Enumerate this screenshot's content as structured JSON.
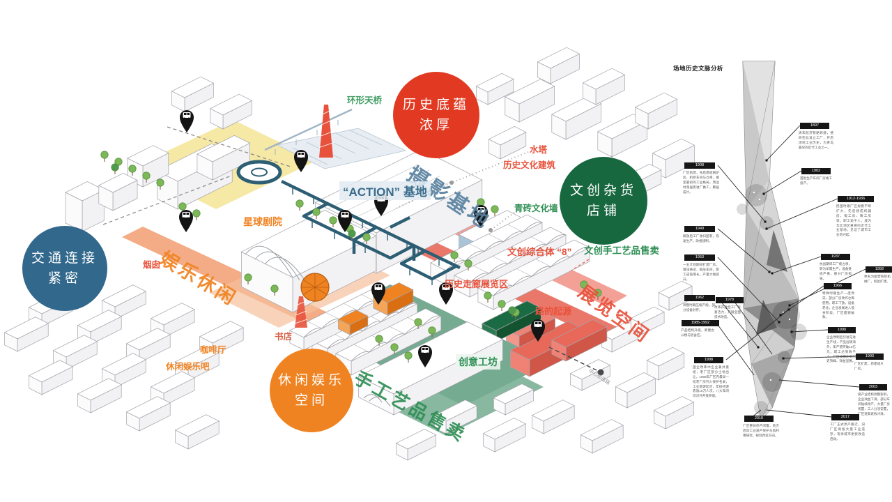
{
  "map": {
    "bubbles": [
      {
        "id": "traffic",
        "lines": [
          "交通连接",
          "紧密"
        ],
        "color": "#31688c"
      },
      {
        "id": "history",
        "lines": [
          "历史底蕴",
          "浓厚"
        ],
        "color": "#e23a22"
      },
      {
        "id": "cultural-shop",
        "lines": [
          "文创杂货",
          "店铺"
        ],
        "color": "#17673f"
      },
      {
        "id": "leisure",
        "lines": [
          "休闲娱乐",
          "空间"
        ],
        "color": "#f08321"
      }
    ],
    "zone_titles": [
      {
        "text": "摄影基地",
        "color": "#5a82a0"
      },
      {
        "text": "娱乐休闲",
        "color": "#f08321"
      },
      {
        "text": "展览空间",
        "color": "#e8523c"
      },
      {
        "text": "手工艺品售卖",
        "color": "#2f8f55"
      }
    ],
    "labels": [
      {
        "text": "环形天桥",
        "color": "#3f9d63"
      },
      {
        "text": "水塔",
        "color": "#e8523c"
      },
      {
        "text": "历史文化建筑",
        "color": "#e8523c"
      },
      {
        "text": "“ACTION” 基地",
        "color": "#3a6b8c"
      },
      {
        "text": "星球剧院",
        "color": "#f08321"
      },
      {
        "text": "青砖文化墙",
        "color": "#2f8f55"
      },
      {
        "text": "文创手工艺品售卖",
        "color": "#2f8f55"
      },
      {
        "text": "文创综合体 “8”",
        "color": "#e8523c"
      },
      {
        "text": "历史走廊展览区",
        "color": "#e8523c"
      },
      {
        "text": "路的起源",
        "color": "#e8523c"
      },
      {
        "text": "烟囱",
        "color": "#e8523c"
      },
      {
        "text": "书店",
        "color": "#d95f43"
      },
      {
        "text": "咖啡厅",
        "color": "#f08321"
      },
      {
        "text": "休闲娱乐吧",
        "color": "#f08321"
      },
      {
        "text": "创意工坊",
        "color": "#2f8f55"
      },
      {
        "text": "中心街道路",
        "color": "#999999"
      }
    ]
  },
  "timeline": {
    "title": "场地历史文脉分析",
    "items": [
      {
        "year": "1908",
        "side": "left",
        "text": "厂区始建，先后建成锅炉房、机修车间与仓库，奠定最初的工业格局，周边村落居民进厂做工，聚居成片。"
      },
      {
        "year": "1949",
        "side": "left",
        "text": "解放后工厂收归国有，恢复生产，改组建制。"
      },
      {
        "year": "1953",
        "side": "left",
        "text": "一五计划期间扩建厂房，增设铸造、锻压车间，职工成倍增长，产量大幅提升。"
      },
      {
        "year": "1962",
        "side": "left",
        "text": "调整时期压缩产能，部分设备封存。"
      },
      {
        "year": "1978",
        "side": "left",
        "text": "改革开放后工厂恢复活力，开展全面技术改造。"
      },
      {
        "year": "1985-1992",
        "side": "left",
        "text": "产品结构升级，新建办公楼与宿舍区。"
      },
      {
        "year": "1998",
        "side": "left",
        "text": "国企改革中企业兼并重组，老厂区部分土地出让。1998年厂区内最早一批老厂房列入保护名录，工业旅游起步，年接待游客逾10万人次，八大车间均对外开放参观。"
      },
      {
        "year": "2010",
        "side": "left",
        "text": "厂区整体停产闲置，地方启动工业遗产保护与再利用研究，规划改造方向。"
      },
      {
        "year": "1897",
        "side": "right",
        "text": "清末胶济铁路修建，德商在此设立工厂，开启场地工业历史，为青岛最早的近代工业之一。"
      },
      {
        "year": "1902",
        "side": "right",
        "text": "首批生产车间厂房竣工投产。"
      },
      {
        "year": "1912-1936",
        "side": "right",
        "text": "民国时期厂区规模不断扩大，先后建成机器房、锻工房、铸工房等，职工逾千人，成为华北地区重要的近代工业基地，见证了城市工业的兴起。"
      },
      {
        "year": "1937",
        "side": "right",
        "text": "抗战期间工厂被占领，转为军需生产，设备受损严重，部分厂房损毁。"
      },
      {
        "year": "1958",
        "side": "right",
        "text": "更名为国营纺织机械厂，恢复扩建。"
      },
      {
        "year": "1966",
        "side": "right",
        "text": "特殊时期生产一度停滞，部分厂房改作仓库使用，职工下放，设备老化，企业发展进入低谷阶段，厂区面貌破败。"
      },
      {
        "year": "1990",
        "side": "right",
        "text": "企业改制后引进先进生产线，产品远销海外，年产值突破10亿元，职工达到数千人，厂区规模达到历史顶峰，效益显著。"
      },
      {
        "year": "1993",
        "side": "right",
        "text": "厂区扩建，新建成片厂房。"
      },
      {
        "year": "2003",
        "side": "right",
        "text": "受产业结构调整影响，企业效益下滑，部分车间陆续停产，大量厂房闲置，工人分流安置，厂区逐渐衰败冷清。"
      },
      {
        "year": "2017",
        "side": "right",
        "text": "工厂正式停产搬迁，旧厂区保留大量工业遗存，等待城市更新改造启动。"
      }
    ]
  },
  "colors": {
    "walkway": "#2d5e73",
    "salmon": "#e8695a",
    "green_ground": "#6aa388",
    "yellow_ground": "#f6e7a0",
    "orange_ground": "#f2a379",
    "chimney": "#e8523c",
    "tree": "#7cb857",
    "tree_dark": "#4e9a4e",
    "stroke": "#a3a3ab"
  }
}
